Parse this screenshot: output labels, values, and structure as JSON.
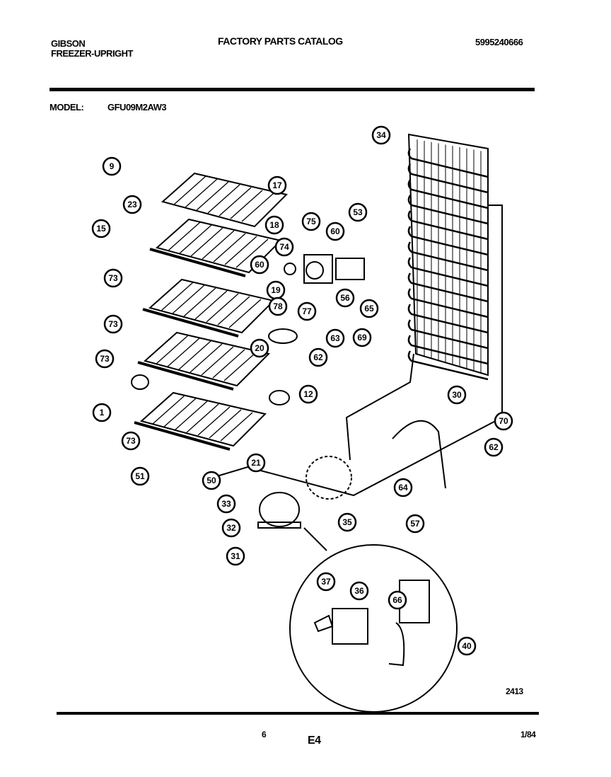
{
  "header": {
    "brand": "GIBSON",
    "product": "FREEZER-UPRIGHT",
    "title": "FACTORY PARTS CATALOG",
    "catalog_number": "5995240666",
    "model_label": "MODEL:",
    "model_value": "GFU09M2AW3"
  },
  "diagram": {
    "callouts": [
      "9",
      "17",
      "23",
      "15",
      "18",
      "73",
      "75",
      "53",
      "60",
      "74",
      "60",
      "19",
      "78",
      "77",
      "56",
      "65",
      "73",
      "63",
      "69",
      "20",
      "62",
      "73",
      "1",
      "12",
      "73",
      "21",
      "51",
      "50",
      "34",
      "30",
      "70",
      "62",
      "64",
      "33",
      "32",
      "35",
      "57",
      "31",
      "66",
      "37",
      "36",
      "40"
    ],
    "illustration_number": "2413"
  },
  "footer": {
    "page": "6",
    "section": "E4",
    "date": "1/84"
  }
}
